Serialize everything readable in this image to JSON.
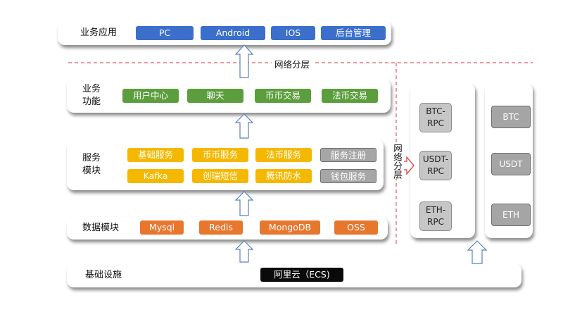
{
  "layers": {
    "business_app": {
      "label": "业务应用",
      "items": [
        "PC",
        "Android",
        "IOS",
        "后台管理"
      ]
    },
    "business_func": {
      "label_line1": "业务",
      "label_line2": "功能",
      "items": [
        "用户中心",
        "聊天",
        "币币交易",
        "法币交易"
      ]
    },
    "service": {
      "label_line1": "服务",
      "label_line2": "模块",
      "row1": [
        "基础服务",
        "币币服务",
        "法币服务",
        "服务注册"
      ],
      "row2": [
        "Kafka",
        "创瑞短信",
        "腾讯防水",
        "钱包服务"
      ]
    },
    "data": {
      "label": "数据模块",
      "items": [
        "Mysql",
        "Redis",
        "MongoDB",
        "OSS"
      ]
    },
    "infra": {
      "label": "基础设施",
      "items": [
        "阿里云（ECS)"
      ]
    }
  },
  "network_layer_h": "网络分层",
  "network_layer_v": "网络分层",
  "rpc": [
    {
      "line1": "BTC-",
      "line2": "RPC"
    },
    {
      "line1": "USDT-",
      "line2": "RPC"
    },
    {
      "line1": "ETH-",
      "line2": "RPC"
    }
  ],
  "coins": [
    "BTC",
    "USDT",
    "ETH"
  ],
  "colors": {
    "blue": "#3b6fcb",
    "green": "#5c9e3d",
    "yellow": "#f5b800",
    "orange": "#e8772e",
    "black": "#0a0a0a",
    "grey": "#a6a6a6",
    "divider_red": "#e03030",
    "arrow_stroke": "#5b7fc0"
  }
}
